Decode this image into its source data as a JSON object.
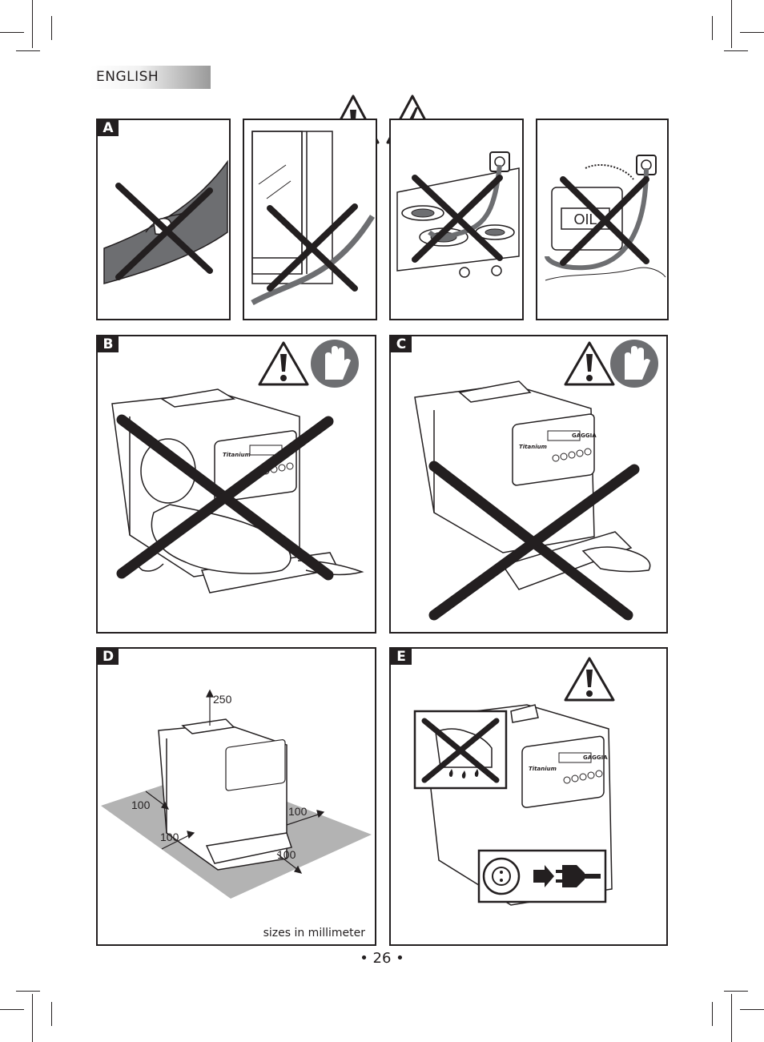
{
  "header": {
    "language": "ENGLISH"
  },
  "panels": {
    "a": {
      "label": "A"
    },
    "b": {
      "label": "B"
    },
    "c": {
      "label": "C"
    },
    "d": {
      "label": "D",
      "dimensions": {
        "top": "250",
        "left_back": "100",
        "left_front": "100",
        "right_back": "100",
        "right_front": "100"
      },
      "caption": "sizes in millimeter"
    },
    "e": {
      "label": "E"
    }
  },
  "illustration_text": {
    "oil_can": "OIL",
    "machine_brand": "Titanium",
    "machine_logo": "GAGGIA"
  },
  "icons": [
    "warning-triangle-icon",
    "electric-hazard-icon",
    "stop-hand-icon",
    "prohibited-cross-icon",
    "wall-socket-icon",
    "power-plug-icon"
  ],
  "colors": {
    "ink": "#231f20",
    "hand_icon_bg": "#6d6e71",
    "floor_area": "#b3b3b3"
  },
  "footer": {
    "page_number": "• 26 •"
  }
}
